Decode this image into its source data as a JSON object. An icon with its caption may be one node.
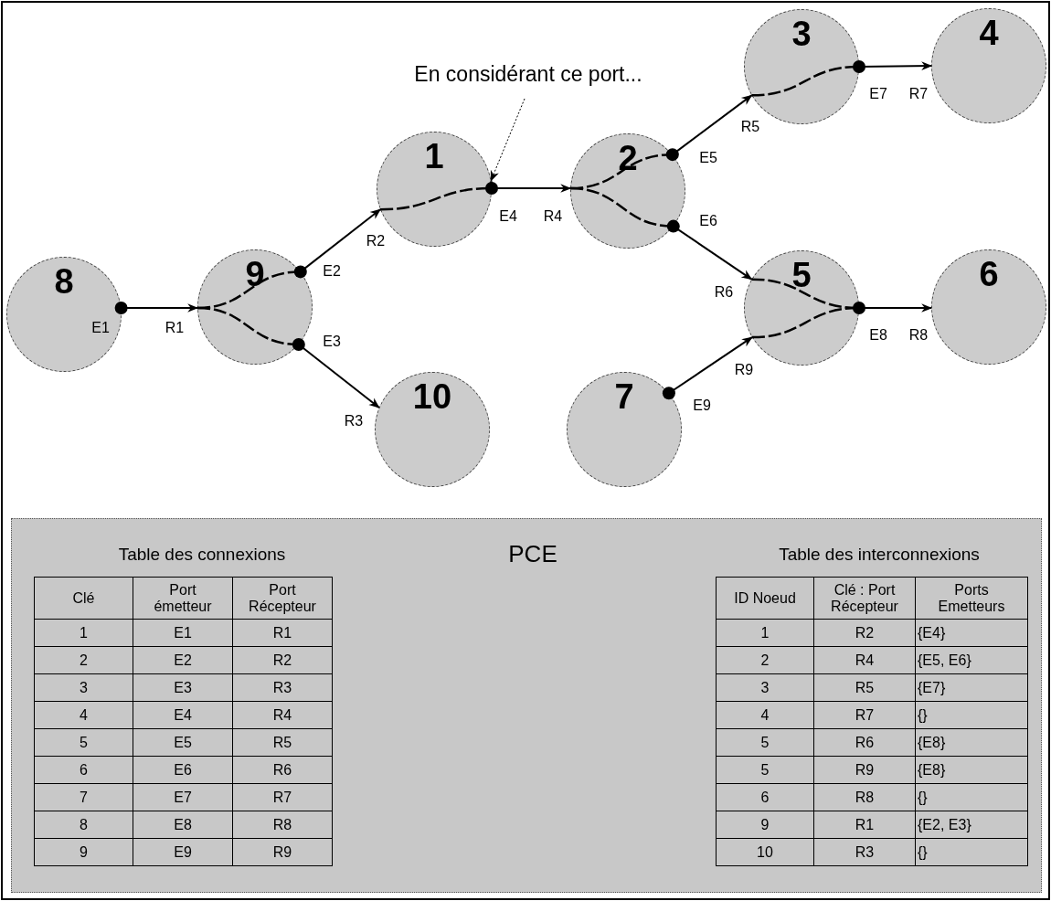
{
  "diagram": {
    "nodes": [
      {
        "text": [
          "1"
        ]
      },
      {
        "text": [
          "2"
        ]
      },
      {
        "text": [
          "3"
        ]
      },
      {
        "text": [
          "4"
        ]
      },
      {
        "text": [
          "5"
        ]
      },
      {
        "text": [
          "6"
        ]
      },
      {
        "text": [
          "7"
        ]
      },
      {
        "text": [
          "8"
        ]
      },
      {
        "text": [
          "9"
        ]
      },
      {
        "text": [
          "10"
        ]
      },
      {
        "text": [
          "En considérant ce port..."
        ]
      },
      {
        "text": [
          "PCE"
        ]
      }
    ],
    "edges": [
      {
        "from": 7,
        "to": 8,
        "arrow": "to"
      },
      {
        "from": 8,
        "to": 0,
        "arrow": "to"
      },
      {
        "from": 8,
        "to": 9,
        "arrow": "to"
      },
      {
        "from": 0,
        "to": 1,
        "arrow": "to"
      },
      {
        "from": 1,
        "to": 2,
        "arrow": "to"
      },
      {
        "from": 1,
        "to": 4,
        "arrow": "to"
      },
      {
        "from": 2,
        "to": 3,
        "arrow": "to"
      },
      {
        "from": 4,
        "to": 5,
        "arrow": "to"
      },
      {
        "from": 6,
        "to": 4,
        "arrow": "to"
      },
      {
        "from": 10,
        "to": 0,
        "arrow": "to",
        "style": "dashed"
      }
    ],
    "labels": [
      "E7",
      "R7",
      "R5",
      "E5",
      "E4",
      "R4",
      "E6",
      "R2",
      "E2",
      "E1",
      "R1",
      "R6",
      "E3",
      "E8",
      "R8",
      "R9",
      "R3",
      "E9",
      "Table des connexions",
      "Table des interconnexions",
      "Clé",
      "Port émetteur",
      "Port Récepteur",
      "1",
      "E1",
      "R1",
      "2",
      "E2",
      "R2",
      "3",
      "E3",
      "R3",
      "4",
      "E4",
      "R4",
      "5",
      "E5",
      "R5",
      "6",
      "E6",
      "R6",
      "7",
      "E7",
      "R7",
      "8",
      "E8",
      "R8",
      "9",
      "E9",
      "R9",
      "ID Noeud",
      "Clé : Port Récepteur",
      "Ports Emetteurs",
      "1",
      "R2",
      "{E4}",
      "2",
      "R4",
      "{E5, E6}",
      "3",
      "R5",
      "{E7}",
      "4",
      "R7",
      "{}",
      "5",
      "R6",
      "{E8}",
      "5",
      "R9",
      "{E8}",
      "6",
      "R8",
      "{}",
      "9",
      "R1",
      "{E2, E3}",
      "10",
      "R3",
      "{}"
    ]
  }
}
